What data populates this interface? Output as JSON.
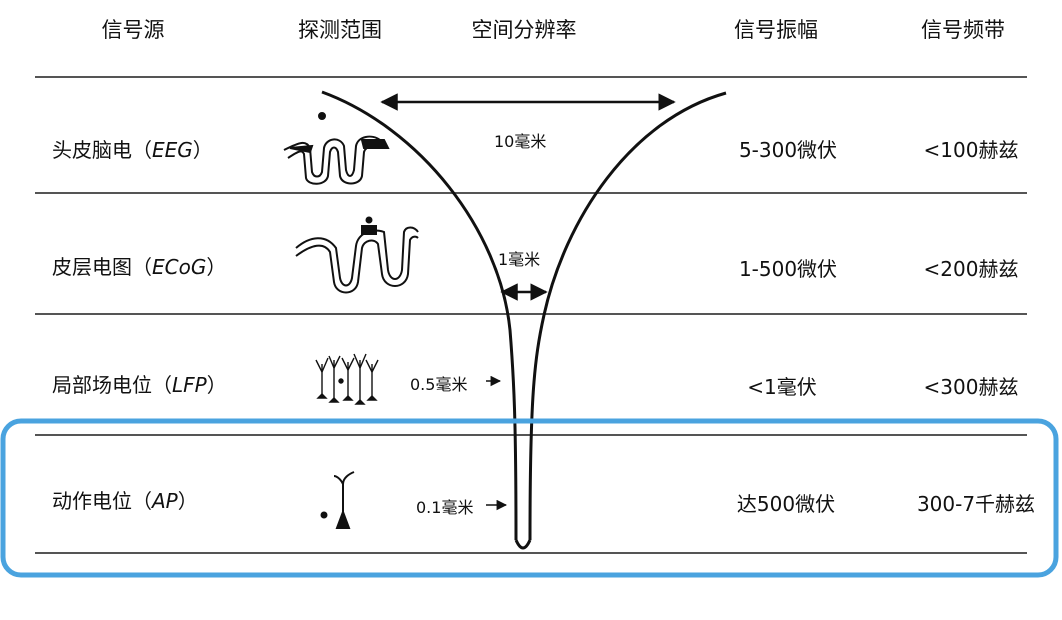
{
  "headers": {
    "source": "信号源",
    "range": "探测范围",
    "resolution": "空间分辨率",
    "amplitude": "信号振幅",
    "band": "信号频带"
  },
  "rows": [
    {
      "name": "头皮脑电",
      "abbr": "EEG",
      "resolution": "10毫米",
      "amplitude": "5-300微伏",
      "band": "<100赫兹"
    },
    {
      "name": "皮层电图",
      "abbr": "ECoG",
      "resolution": "1毫米",
      "amplitude": "1-500微伏",
      "band": "<200赫兹"
    },
    {
      "name": "局部场电位",
      "abbr": "LFP",
      "resolution": "0.5毫米",
      "amplitude": "<1毫伏",
      "band": "<300赫兹"
    },
    {
      "name": "动作电位",
      "abbr": "AP",
      "resolution": "0.1毫米",
      "amplitude": "达500微伏",
      "band": "300-7千赫兹"
    }
  ],
  "colors": {
    "highlight": "#4aa3df",
    "line": "#555555",
    "ink": "#111111"
  }
}
